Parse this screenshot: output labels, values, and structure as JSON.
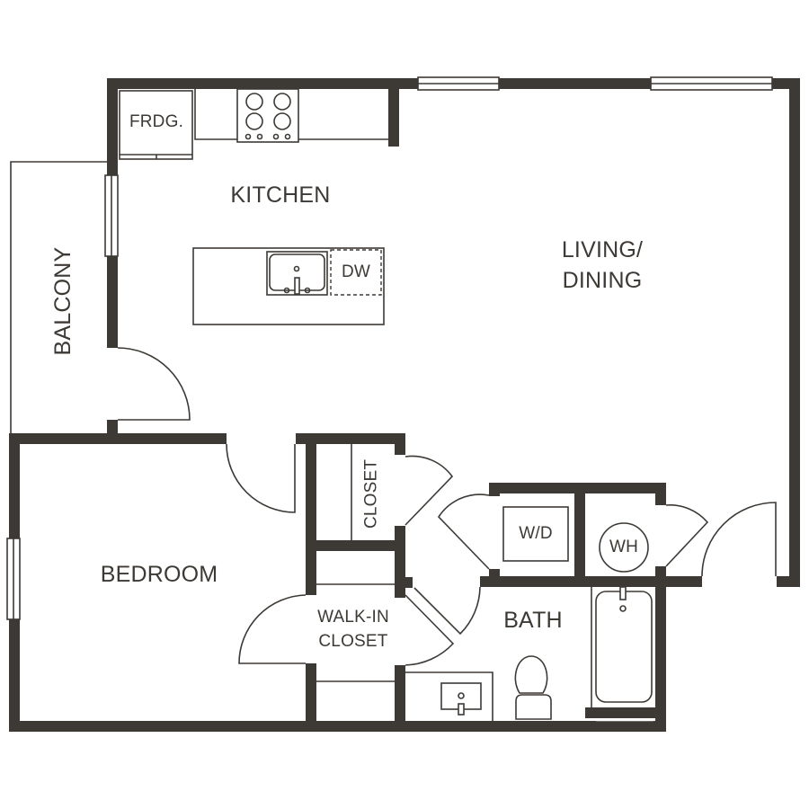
{
  "floor_plan": {
    "wall_color": "#3d3935",
    "background": "#ffffff",
    "rooms": {
      "kitchen": "KITCHEN",
      "living_line1": "LIVING/",
      "living_line2": "DINING",
      "balcony": "BALCONY",
      "bedroom": "BEDROOM",
      "closet": "CLOSET",
      "walkin_line1": "WALK-IN",
      "walkin_line2": "CLOSET",
      "bath": "BATH"
    },
    "fixtures": {
      "fridge": "FRDG.",
      "dishwasher": "DW",
      "washer_dryer": "W/D",
      "water_heater": "WH"
    }
  }
}
